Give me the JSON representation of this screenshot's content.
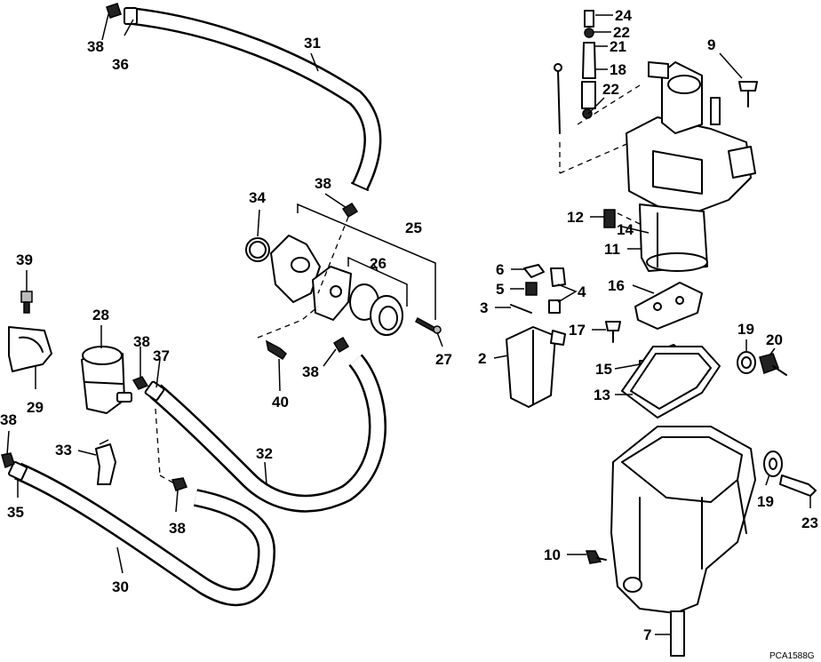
{
  "figure_code": "PCA1588G",
  "callouts": [
    {
      "label": "24"
    },
    {
      "label": "22"
    },
    {
      "label": "21"
    },
    {
      "label": "18"
    },
    {
      "label": "22"
    },
    {
      "label": "9"
    },
    {
      "label": "31"
    },
    {
      "label": "38"
    },
    {
      "label": "36"
    },
    {
      "label": "34"
    },
    {
      "label": "38"
    },
    {
      "label": "25"
    },
    {
      "label": "26"
    },
    {
      "label": "27"
    },
    {
      "label": "40"
    },
    {
      "label": "38"
    },
    {
      "label": "39"
    },
    {
      "label": "29"
    },
    {
      "label": "28"
    },
    {
      "label": "38"
    },
    {
      "label": "37"
    },
    {
      "label": "32"
    },
    {
      "label": "33"
    },
    {
      "label": "38"
    },
    {
      "label": "38"
    },
    {
      "label": "35"
    },
    {
      "label": "30"
    },
    {
      "label": "12"
    },
    {
      "label": "14"
    },
    {
      "label": "11"
    },
    {
      "label": "6"
    },
    {
      "label": "5"
    },
    {
      "label": "4"
    },
    {
      "label": "3"
    },
    {
      "label": "16"
    },
    {
      "label": "2"
    },
    {
      "label": "17"
    },
    {
      "label": "15"
    },
    {
      "label": "13"
    },
    {
      "label": "19"
    },
    {
      "label": "20"
    },
    {
      "label": "19"
    },
    {
      "label": "23"
    },
    {
      "label": "10"
    },
    {
      "label": "7"
    }
  ]
}
